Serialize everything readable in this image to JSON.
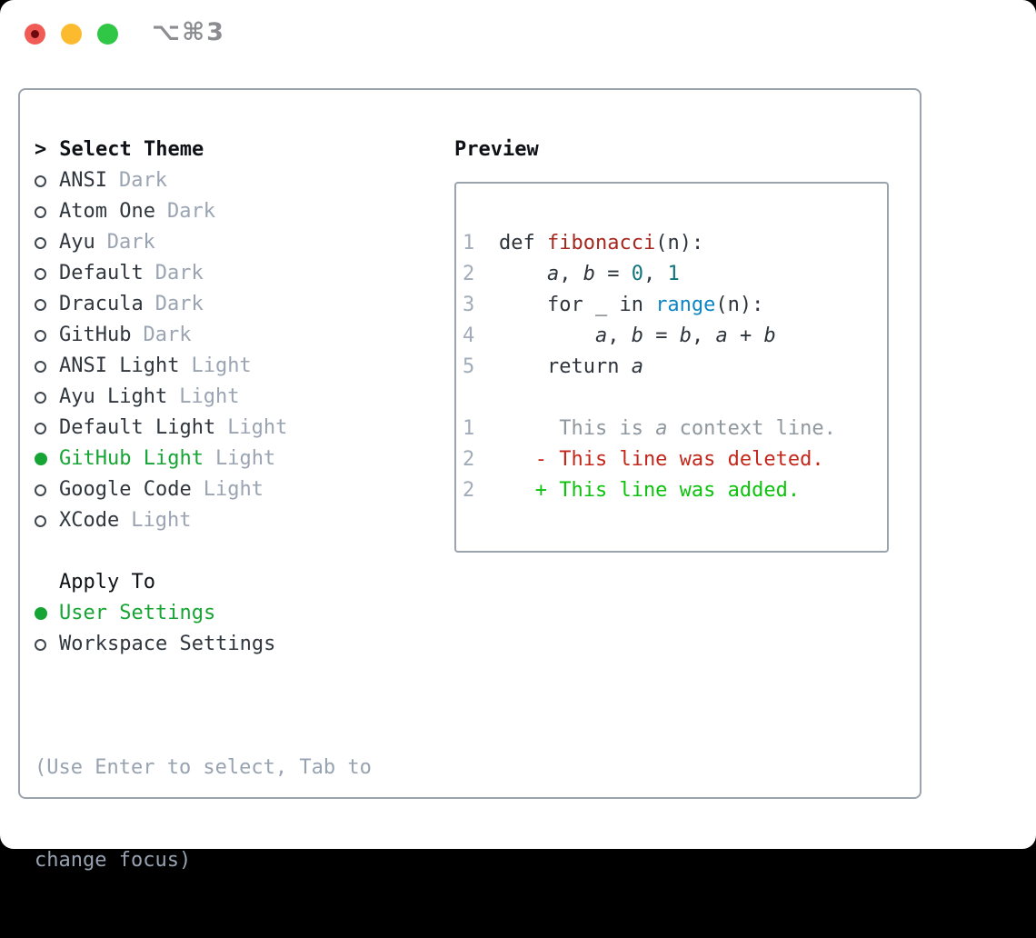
{
  "window": {
    "title": "⌥⌘3",
    "traffic_lights": [
      "close",
      "minimize",
      "zoom"
    ]
  },
  "theme_panel": {
    "header": {
      "prefix": ">",
      "label": "Select Theme"
    },
    "themes": [
      {
        "name": "ANSI",
        "variant": "Dark",
        "selected": false
      },
      {
        "name": "Atom One",
        "variant": "Dark",
        "selected": false
      },
      {
        "name": "Ayu",
        "variant": "Dark",
        "selected": false
      },
      {
        "name": "Default",
        "variant": "Dark",
        "selected": false
      },
      {
        "name": "Dracula",
        "variant": "Dark",
        "selected": false
      },
      {
        "name": "GitHub",
        "variant": "Dark",
        "selected": false
      },
      {
        "name": "ANSI Light",
        "variant": "Light",
        "selected": false
      },
      {
        "name": "Ayu Light",
        "variant": "Light",
        "selected": false
      },
      {
        "name": "Default Light",
        "variant": "Light",
        "selected": false
      },
      {
        "name": "GitHub Light",
        "variant": "Light",
        "selected": true
      },
      {
        "name": "Google Code",
        "variant": "Light",
        "selected": false
      },
      {
        "name": "XCode",
        "variant": "Light",
        "selected": false
      }
    ],
    "apply_to": {
      "label": "Apply To",
      "options": [
        {
          "name": "User Settings",
          "selected": true
        },
        {
          "name": "Workspace Settings",
          "selected": false
        }
      ]
    },
    "hint_lines": [
      "(Use Enter to select, Tab to",
      "change focus)"
    ]
  },
  "preview": {
    "label": "Preview",
    "lines": [
      {
        "no": "1",
        "tokens": [
          {
            "t": "def ",
            "c": "fg"
          },
          {
            "t": "fibonacci",
            "c": "func"
          },
          {
            "t": "(n):",
            "c": "fg"
          }
        ]
      },
      {
        "no": "2",
        "tokens": [
          {
            "t": "    ",
            "c": "fg"
          },
          {
            "t": "a",
            "c": "fg",
            "i": true
          },
          {
            "t": ", ",
            "c": "fg"
          },
          {
            "t": "b",
            "c": "fg",
            "i": true
          },
          {
            "t": " = ",
            "c": "fg"
          },
          {
            "t": "0",
            "c": "const"
          },
          {
            "t": ", ",
            "c": "fg"
          },
          {
            "t": "1",
            "c": "const"
          }
        ]
      },
      {
        "no": "3",
        "tokens": [
          {
            "t": "    for _ in ",
            "c": "fg"
          },
          {
            "t": "range",
            "c": "call"
          },
          {
            "t": "(n):",
            "c": "fg"
          }
        ]
      },
      {
        "no": "4",
        "tokens": [
          {
            "t": "        ",
            "c": "fg"
          },
          {
            "t": "a",
            "c": "fg",
            "i": true
          },
          {
            "t": ", ",
            "c": "fg"
          },
          {
            "t": "b",
            "c": "fg",
            "i": true
          },
          {
            "t": " = ",
            "c": "fg"
          },
          {
            "t": "b",
            "c": "fg",
            "i": true
          },
          {
            "t": ", ",
            "c": "fg"
          },
          {
            "t": "a",
            "c": "fg",
            "i": true
          },
          {
            "t": " + ",
            "c": "fg"
          },
          {
            "t": "b",
            "c": "fg",
            "i": true
          }
        ]
      },
      {
        "no": "5",
        "tokens": [
          {
            "t": "    return ",
            "c": "fg"
          },
          {
            "t": "a",
            "c": "fg",
            "i": true
          }
        ]
      },
      {
        "no": "",
        "tokens": []
      },
      {
        "no": "1",
        "tokens": [
          {
            "t": "     This is ",
            "c": "ctx"
          },
          {
            "t": "a",
            "c": "ctx",
            "i": true
          },
          {
            "t": " context line.",
            "c": "ctx"
          }
        ]
      },
      {
        "no": "2",
        "tokens": [
          {
            "t": "   - This line was deleted.",
            "c": "del"
          }
        ]
      },
      {
        "no": "2",
        "tokens": [
          {
            "t": "   + This line was added.",
            "c": "add"
          }
        ]
      }
    ]
  },
  "colors": {
    "border": "#9ba3ad",
    "ring": "#41474f",
    "text_header": "#0e1116",
    "text_primary": "#30363d",
    "text_muted": "#9aa4b2",
    "hint": "#98a3b1",
    "green_selected": "#16a434",
    "title_gray": "#8c8d91",
    "traffic_red": "#f15b55",
    "traffic_red_dot": "#6e0a0d",
    "traffic_yellow": "#fcba2e",
    "traffic_green": "#31c746",
    "code_fg": "#2e343b",
    "code_func": "#a6271f",
    "code_const": "#10747c",
    "code_call": "#0d85c4",
    "code_lineno": "#a2abb8",
    "diff_ctx": "#8f979f",
    "diff_del": "#c3271b",
    "diff_add": "#0cc20c"
  }
}
